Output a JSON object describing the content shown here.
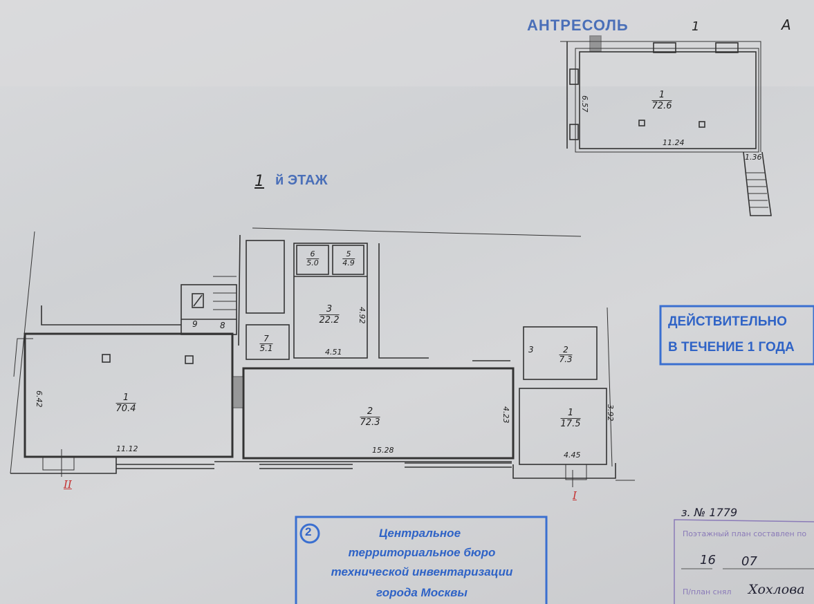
{
  "mezzanine": {
    "title": "АНТРЕСОЛЬ",
    "floor_number": "1",
    "letter": "А",
    "room": {
      "number": "1",
      "area": "72.6"
    },
    "dims": {
      "left": "6.57",
      "bottom": "11.24",
      "stair": "1.36"
    }
  },
  "floor": {
    "number": "1",
    "label": "й ЭТАЖ",
    "rooms_left": [
      {
        "number": "1",
        "area": "70.4"
      },
      {
        "number": "2",
        "area": "72.3"
      },
      {
        "number": "3",
        "area": "22.2"
      },
      {
        "number": "5",
        "area": "4.9"
      },
      {
        "number": "6",
        "area": "5.0"
      },
      {
        "number": "7",
        "area": "5.1"
      },
      {
        "number": "8"
      },
      {
        "number": "9"
      }
    ],
    "rooms_right": [
      {
        "number": "1",
        "area": "17.5"
      },
      {
        "number": "2",
        "area": "7.3"
      },
      {
        "number": "3"
      }
    ],
    "dims": {
      "r1_height": "6.42",
      "r1_width": "11.12",
      "r2_width": "15.28",
      "r2_height": "4.23",
      "r3_height": "4.92",
      "r3_width": "4.51",
      "rr1_height": "3.92",
      "rr1_width": "4.45"
    },
    "sections": {
      "left": "II",
      "right": "I"
    }
  },
  "validity_stamp": {
    "line1": "ДЕЙСТВИТЕЛЬНО",
    "line2": "В ТЕЧЕНИЕ 1 ГОДА"
  },
  "bureau_stamp": {
    "badge": "2",
    "line1": "Центральное",
    "line2": "территориальное бюро",
    "line3": "технической инвентаризации",
    "line4": "города Москвы"
  },
  "record": {
    "case_number": "з. № 1779",
    "compiled_label": "Поэтажный план составлен по",
    "day": "16",
    "month": "07",
    "surveyed_label": "П/план снял",
    "surveyor": "Хохлова"
  },
  "colors": {
    "stamp_blue": "#2f63c6",
    "violet": "#7a6aa8",
    "red": "#c43030",
    "ink": "#222222"
  }
}
